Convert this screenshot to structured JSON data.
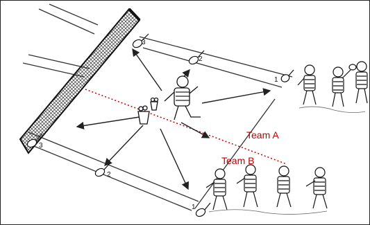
{
  "teams": {
    "team_a": {
      "label": "Team A",
      "color": "#c00000"
    },
    "team_b": {
      "label": "Team B",
      "color": "#c00000"
    }
  },
  "racket_markers": {
    "top_row": [
      "3",
      "2",
      "1"
    ],
    "bottom_row": [
      "3",
      "2",
      "1"
    ]
  },
  "icons": [
    "tennis-net-icon",
    "ball-bucket-icon",
    "racket-icon",
    "child-player-icon",
    "coach-icon",
    "direction-arrow-icon"
  ]
}
